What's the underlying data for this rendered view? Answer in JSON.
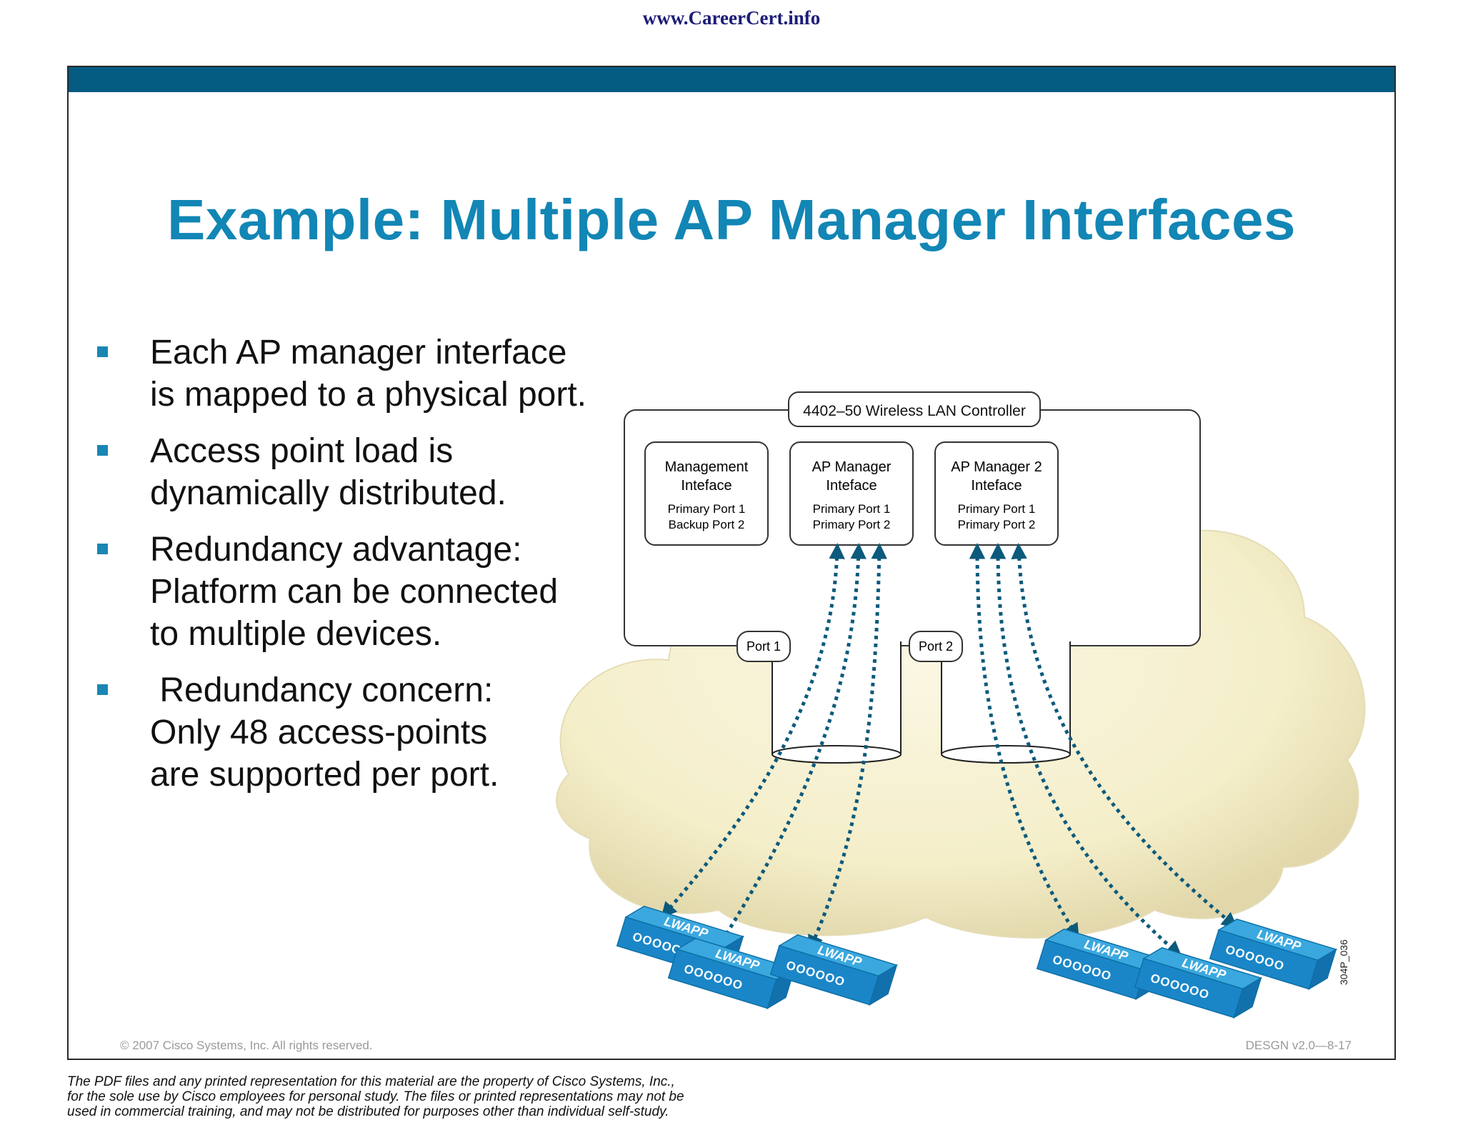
{
  "site_header": "www.CareerCert.info",
  "slide": {
    "title": "Example: Multiple AP Manager Interfaces",
    "bullets": [
      {
        "lines": [
          "Each AP manager interface",
          "is mapped to a physical port."
        ]
      },
      {
        "lines": [
          "Access point load is",
          "dynamically distributed."
        ]
      },
      {
        "lines": [
          "Redundancy advantage:",
          "Platform can be connected",
          "to multiple devices."
        ]
      },
      {
        "lines": [
          " Redundancy concern:",
          "Only 48 access-points",
          "are supported per port."
        ]
      }
    ],
    "copyright": "© 2007 Cisco Systems, Inc. All rights reserved.",
    "slide_id": "DESGN v2.0—8-17"
  },
  "diagram": {
    "controller_label": "4402–50 Wireless LAN Controller",
    "interfaces": [
      {
        "name_lines": [
          "Management",
          "Inteface"
        ],
        "port_lines": [
          "Primary Port 1",
          "Backup Port 2"
        ]
      },
      {
        "name_lines": [
          "AP Manager",
          "Inteface"
        ],
        "port_lines": [
          "Primary Port 1",
          "Primary Port 2"
        ]
      },
      {
        "name_lines": [
          "AP Manager 2",
          "Inteface"
        ],
        "port_lines": [
          "Primary Port 1",
          "Primary Port 2"
        ]
      }
    ],
    "ports": [
      "Port 1",
      "Port 2"
    ],
    "access_points": [
      {
        "label": "LWAPP",
        "dots": "OOOOOO"
      },
      {
        "label": "LWAPP",
        "dots": "OOOOOO"
      },
      {
        "label": "LWAPP",
        "dots": "OOOOOO"
      },
      {
        "label": "LWAPP",
        "dots": "OOOOOO"
      },
      {
        "label": "LWAPP",
        "dots": "OOOOOO"
      },
      {
        "label": "LWAPP",
        "dots": "OOOOOO"
      }
    ],
    "figure_id": "304P_036",
    "colors": {
      "cloud": "#f4eec9",
      "ap_top": "#3aa8df",
      "ap_side": "#1a86c8",
      "arrow": "#0c5a7c"
    }
  },
  "disclaimer": [
    "The PDF files and any printed representation for this material are the property of Cisco Systems, Inc.,",
    "for the sole use by Cisco employees for personal study. The files or printed representations may not be",
    "used in commercial training, and may not be distributed for purposes other than individual self-study."
  ]
}
